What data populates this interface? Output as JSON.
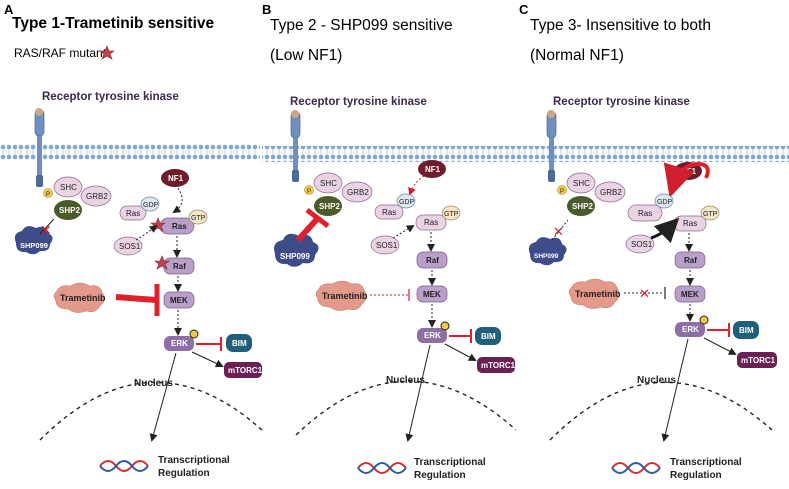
{
  "panels": [
    {
      "letter": "A",
      "title_line1": "Type 1-Trametinib sensitive",
      "title_line2": "",
      "legend": "RAS/RAF mutant",
      "receptor_label": "Receptor tyrosine kinase",
      "nodes": {
        "shc": "SHC",
        "grb2": "GRB2",
        "shp2": "SHP2",
        "shp099": "SHP099",
        "nf1": "NF1",
        "gdp": "GDP",
        "gtp": "GTP",
        "ras_gdp": "Ras",
        "ras_gtp": "Ras",
        "sos1": "SOS1",
        "raf": "Raf",
        "mek": "MEK",
        "erk": "ERK",
        "bim": "BIM",
        "mtorc1": "mTORC1",
        "trametinib": "Trametinib",
        "p": "P"
      },
      "nucleus": "Nucleus",
      "transcription_line1": "Transcriptional",
      "transcription_line2": "Regulation"
    },
    {
      "letter": "B",
      "title_line1": "Type 2 - SHP099 sensitive",
      "title_line2": "(Low NF1)",
      "receptor_label": "Receptor tyrosine kinase",
      "nodes": {
        "shc": "SHC",
        "grb2": "GRB2",
        "shp2": "SHP2",
        "shp099": "SHP099",
        "nf1": "NF1",
        "gdp": "GDP",
        "gtp": "GTP",
        "ras_gdp": "Ras",
        "ras_gtp": "Ras",
        "sos1": "SOS1",
        "raf": "Raf",
        "mek": "MEK",
        "erk": "ERK",
        "bim": "BIM",
        "mtorc1": "mTORC1",
        "trametinib": "Trametinib",
        "p": "P"
      },
      "nucleus": "Nucleus",
      "transcription_line1": "Transcriptional",
      "transcription_line2": "Regulation"
    },
    {
      "letter": "C",
      "title_line1": "Type 3- Insensitive to both",
      "title_line2": "(Normal NF1)",
      "receptor_label": "Receptor tyrosine kinase",
      "nodes": {
        "shc": "SHC",
        "grb2": "GRB2",
        "shp2": "SHP2",
        "shp099": "SHP099",
        "nf1": "NF1",
        "gdp": "GDP",
        "gtp": "GTP",
        "ras_gdp": "Ras",
        "ras_gtp": "Ras",
        "sos1": "SOS1",
        "raf": "Raf",
        "mek": "MEK",
        "erk": "ERK",
        "bim": "BIM",
        "mtorc1": "mTORC1",
        "trametinib": "Trametinib",
        "p": "P"
      },
      "nucleus": "Nucleus",
      "transcription_line1": "Transcriptional",
      "transcription_line2": "Regulation"
    }
  ],
  "colors": {
    "membrane": "#7fa8cc",
    "receptor": "#6f8fbf",
    "nf1": "#6e1c2a",
    "shp2": "#4a5a2a",
    "shc": "#ead4e4",
    "kinase": "#b9a0c9",
    "erk": "#8e6fa5",
    "mtorc1": "#6a1f55",
    "bim": "#1f5f7a",
    "shp099": "#3e4c8a",
    "trametinib": "#e39a8a",
    "inhibit": "#e0202a",
    "mutant_star": "#c04050"
  }
}
